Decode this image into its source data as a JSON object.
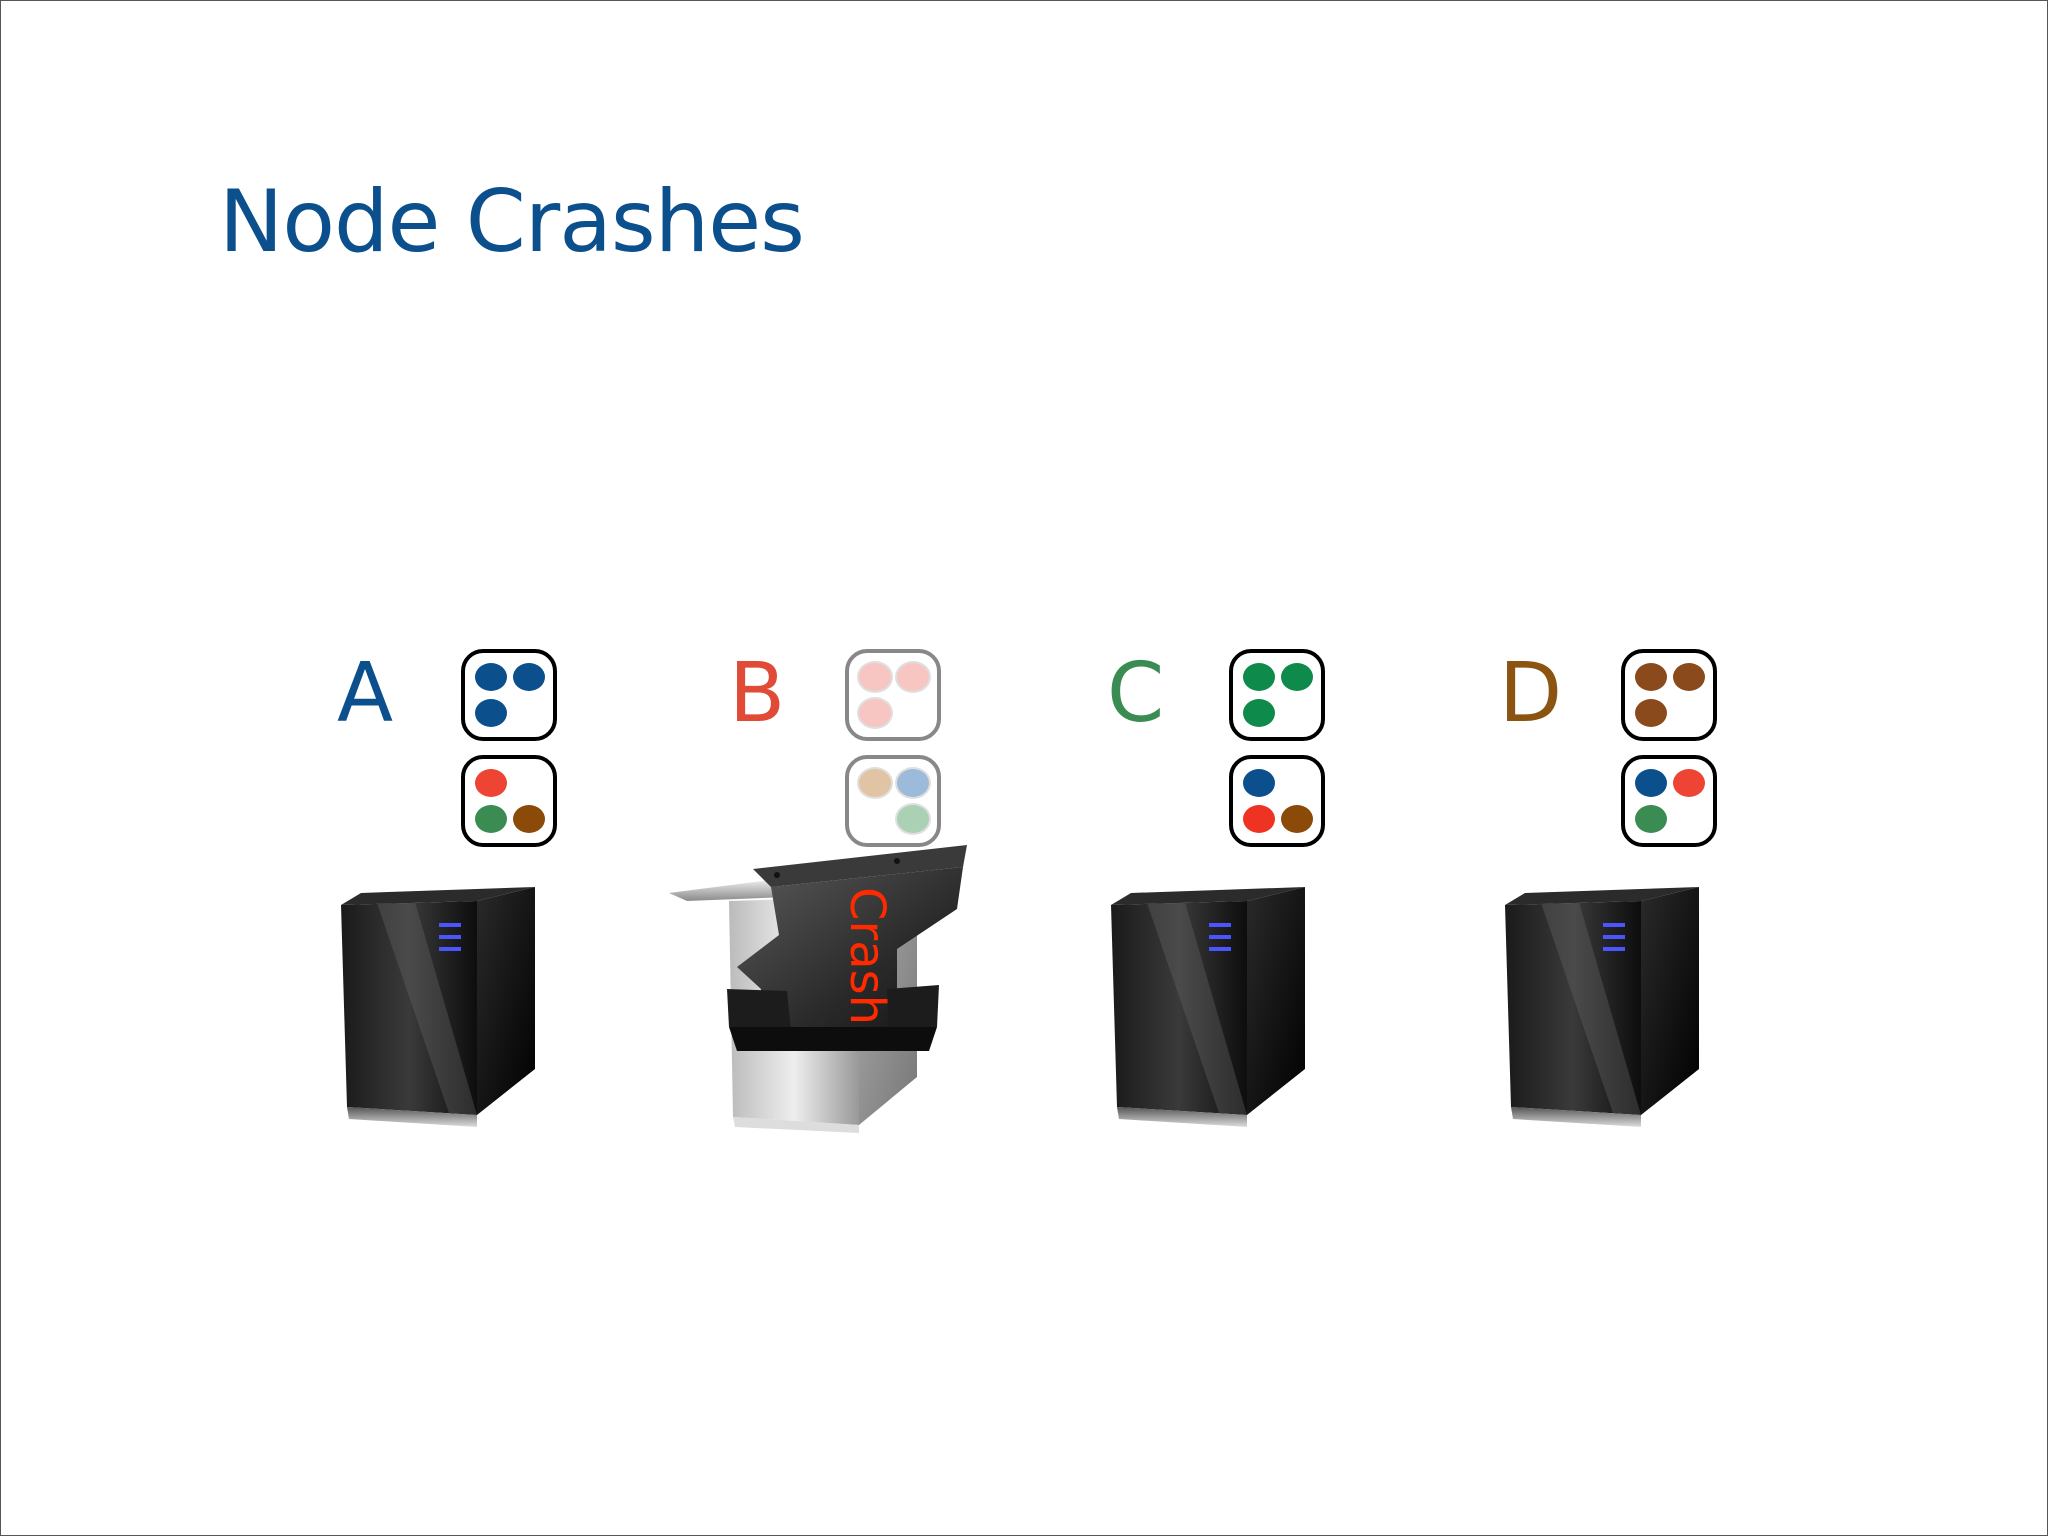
{
  "slide": {
    "title": "Node Crashes"
  },
  "nodes": [
    {
      "label": "A",
      "label_color": "#0b4f8c",
      "crashed": false,
      "primary_dots": [
        "#0b4f8c",
        "#0b4f8c",
        "#0b4f8c"
      ],
      "replica_dots": [
        "#ee4433",
        "#3b8c52",
        "#8b4a08"
      ]
    },
    {
      "label": "B",
      "label_color": "#e04a36",
      "crashed": true,
      "primary_dots": [
        "#f28e86",
        "#f28e86",
        "#f28e86"
      ],
      "replica_dots": [
        "#c48a4a",
        "#3b7ab8",
        "#5aa56e"
      ]
    },
    {
      "label": "C",
      "label_color": "#3b8c52",
      "crashed": false,
      "primary_dots": [
        "#0e8a4a",
        "#0e8a4a",
        "#0e8a4a"
      ],
      "replica_dots": [
        "#0b4f8c",
        "#ee3322",
        "#8b4a08"
      ]
    },
    {
      "label": "D",
      "label_color": "#8b5410",
      "crashed": false,
      "primary_dots": [
        "#8b4a1c",
        "#8b4a1c",
        "#8b4a1c"
      ],
      "replica_dots": [
        "#0b4f8c",
        "#ee4433",
        "#3b8c52"
      ]
    }
  ],
  "crash": {
    "label": "Crash",
    "color": "#ff2a00"
  },
  "icons": {
    "server": "server-tower-icon",
    "anvil": "anvil-icon"
  }
}
